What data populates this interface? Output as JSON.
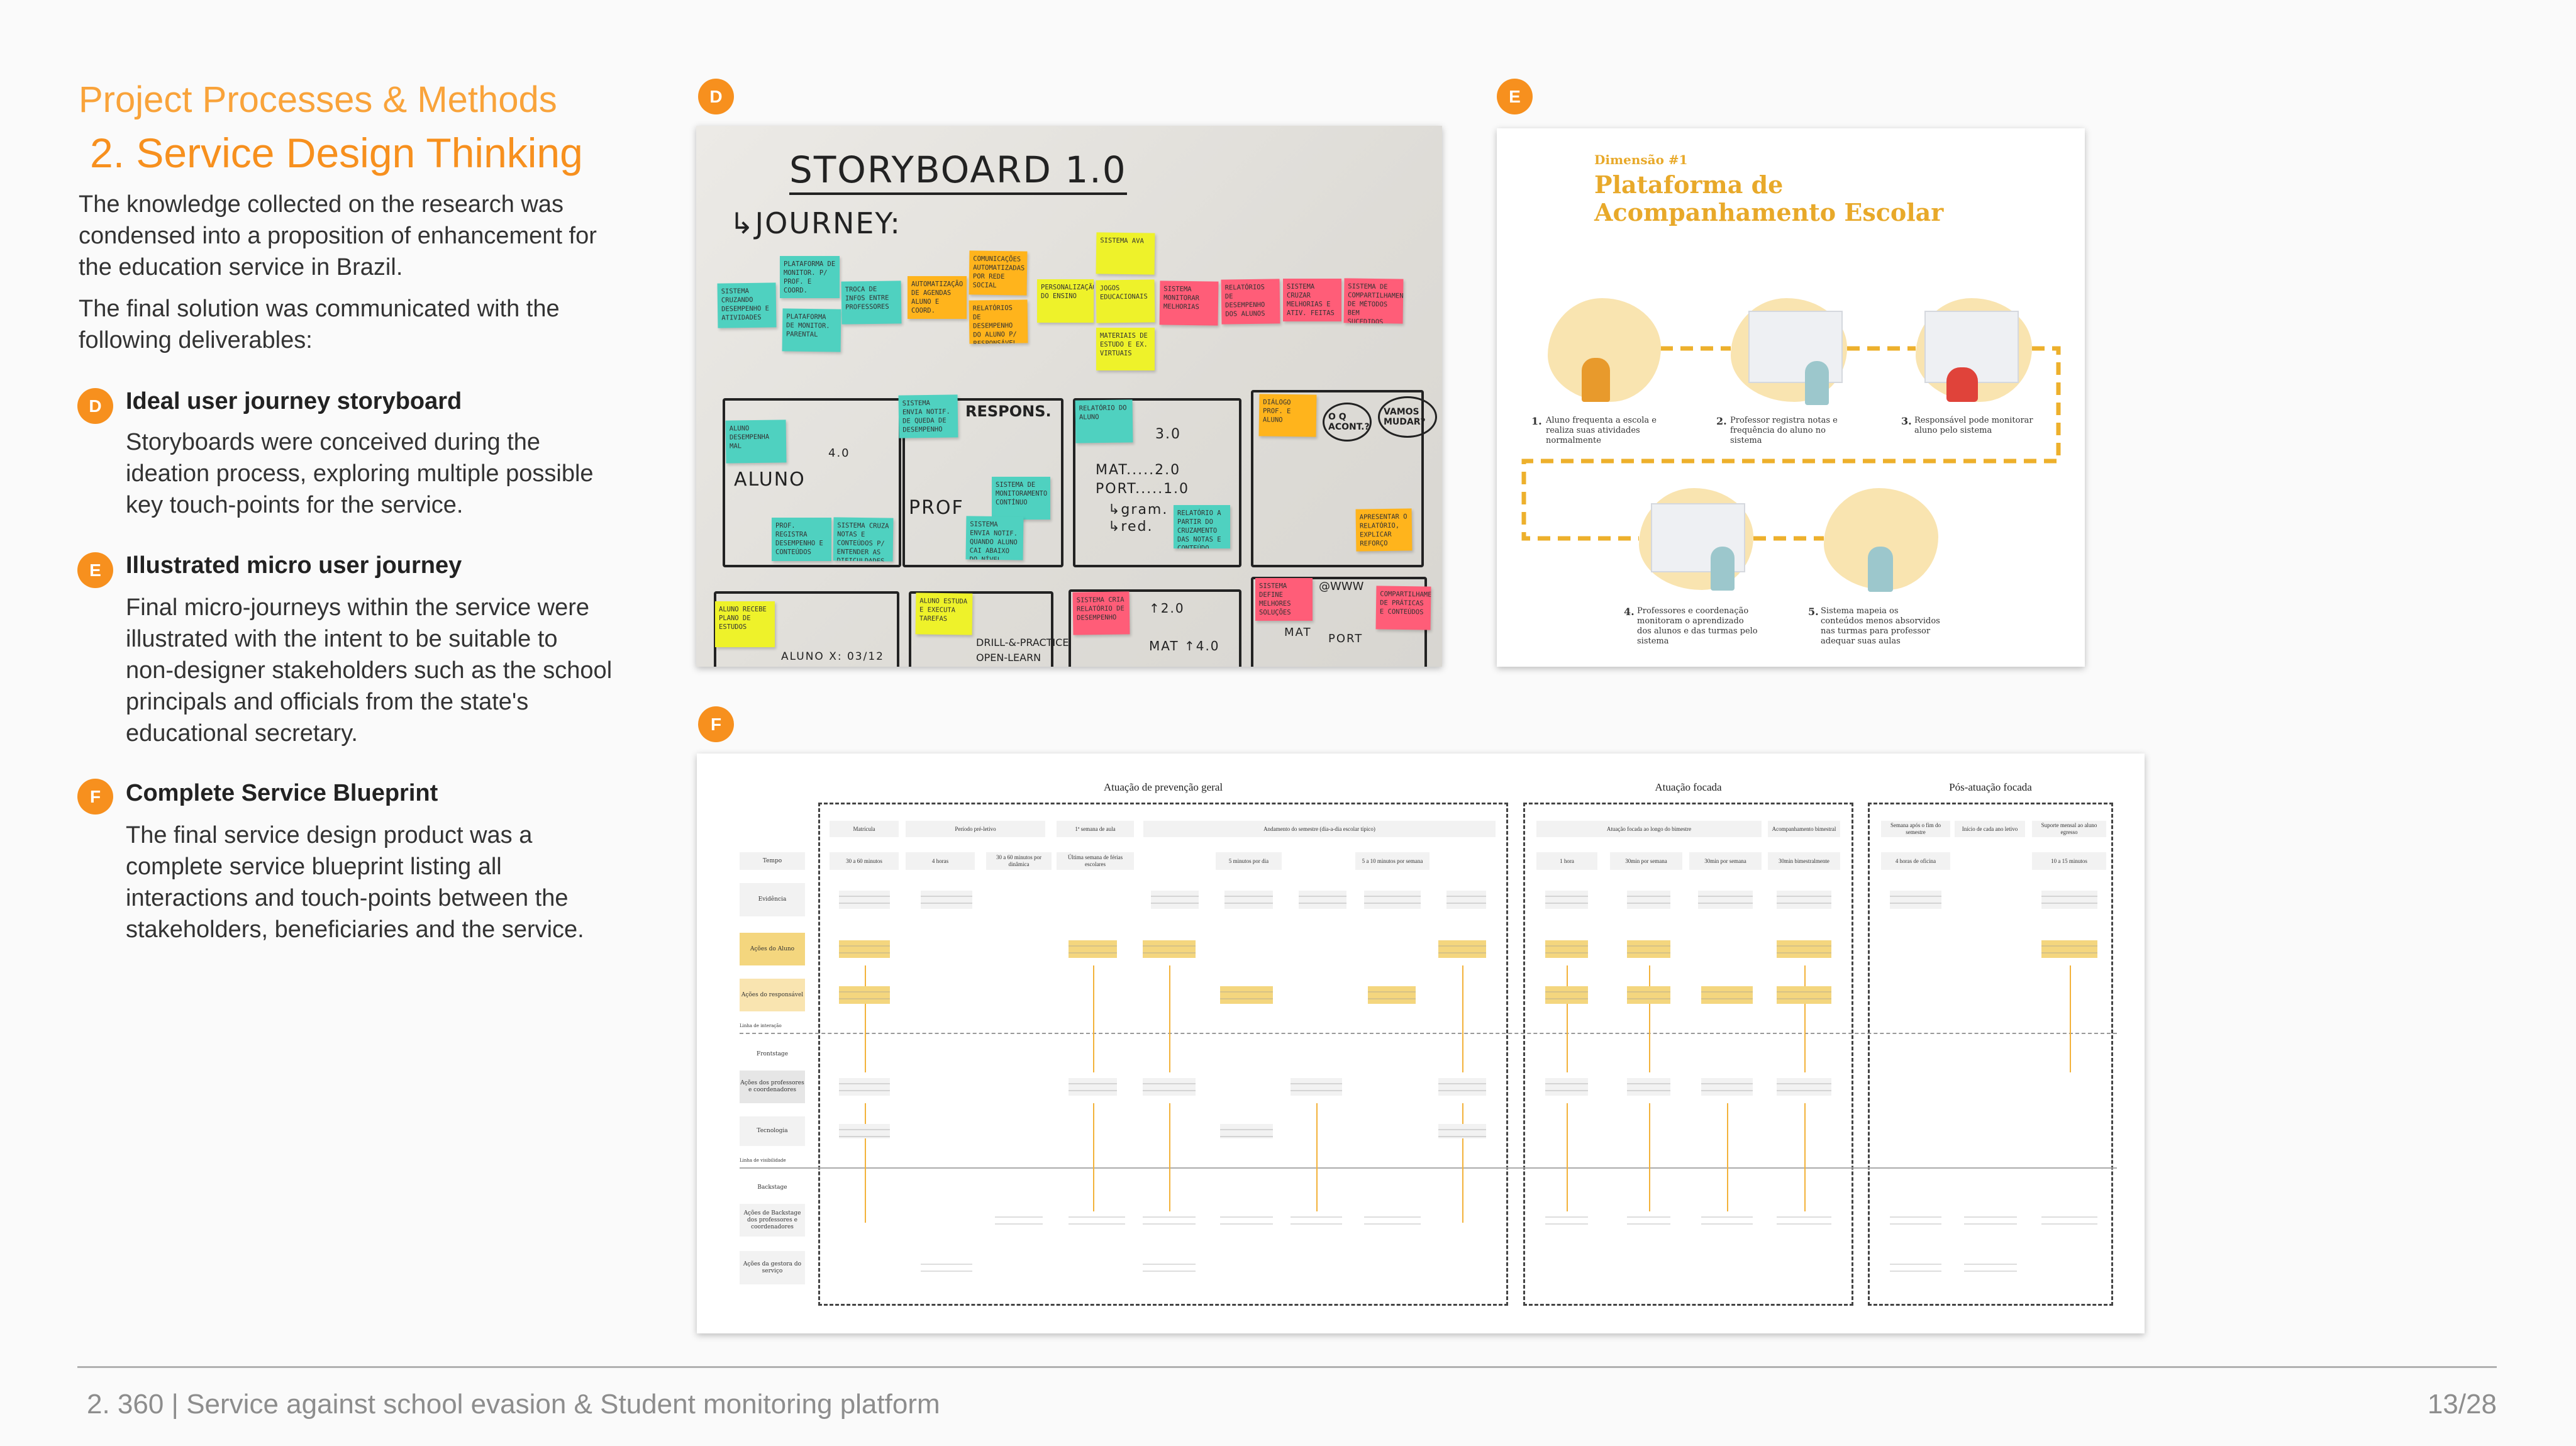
{
  "header": {
    "section": "Project Processes & Methods",
    "title": "2. Service Design Thinking"
  },
  "intro": [
    "The knowledge collected on the research was\ncondensed into a proposition of enhancement for\nthe education service in Brazil.",
    "The final solution was communicated with the\nfollowing deliverables:"
  ],
  "deliverables": [
    {
      "badge": "D",
      "title": "Ideal user journey storyboard",
      "text": "Storyboards were conceived during the\nideation process, exploring multiple possible\nkey touch-points for the service."
    },
    {
      "badge": "E",
      "title": "Illustrated micro user journey",
      "text": "Final micro-journeys within the service were\nillustrated with the intent to be suitable to\nnon-designer stakeholders such as the school\nprincipals and officials from the state's\neducational secretary."
    },
    {
      "badge": "F",
      "title": "Complete Service Blueprint",
      "text": "The final service design product was a\ncomplete service blueprint listing all\ninteractions and touch-points between the\nstakeholders, beneficiaries and the service."
    }
  ],
  "storyboard": {
    "title": "STORYBOARD 1.0",
    "subtitle": "↳JOURNEY:",
    "notes": [
      "Sistema cruzando desempenho e atividades",
      "Plataforma de monitor. p/ prof. e coord.",
      "Plataforma de monitor. parental",
      "Troca de infos entre professores",
      "Automatização de agendas aluno e coord.",
      "Comunicações automatizadas por rede social",
      "Relatórios de desempenho do aluno p/ responsável",
      "Personalização do ensino",
      "Sistema AVA",
      "Jogos educacionais",
      "Materiais de estudo e ex. virtuais",
      "Sistema monitorar melhorias",
      "Relatórios de desempenho dos alunos",
      "Sistema cruzar melhorias e ativ. feitas",
      "Sistema de compartilhamento de métodos bem sucedidos",
      "Aluno desempenha mal",
      "Prof. registra desempenho e conteúdos",
      "Sistema cruza notas e conteúdos p/ entender as dificuldades",
      "Sistema envia notif. de queda de desempenho",
      "Sistema de monitoramento contínuo",
      "Sistema envia notif. quando aluno cai abaixo do nível indicado",
      "Relatório do aluno",
      "Relatório a partir do cruzamento das notas e conteúdo",
      "Diálogo prof. e aluno",
      "Apresentar o relatório, explicar reforço",
      "Aluno recebe plano de estudos",
      "Aluno estuda e executa tarefas",
      "Sistema cria relatório de desempenho",
      "Sistema define melhores soluções",
      "Compartilhamento de práticas e conteúdos"
    ],
    "sketch": {
      "aluno": "ALUNO",
      "respons": "RESPONS.",
      "prof": "PROF",
      "grade3": "3.0",
      "mat": "MAT.....2.0",
      "port": "PORT.....1.0",
      "gram": "↳gram.",
      "red": "↳red.",
      "oq": "O Q ACONT.?",
      "vamos": "VAMOS MUDAR?",
      "drill": "DRILL-&-PRACTICE",
      "open": "OPEN-LEARN",
      "alunox": "ALUNO X: 03/12",
      "up": "↑2.0",
      "mat40": "MAT ↑4.0",
      "www": "@WWW",
      "mat2": "MAT",
      "port2": "PORT",
      "g40": "4.0"
    }
  },
  "journey": {
    "dimension": "Dimensão #1",
    "title": "Plataforma de\nAcompanhamento Escolar",
    "steps": [
      {
        "n": "1.",
        "text": "Aluno frequenta a escola e\nrealiza suas atividades\nnormalmente"
      },
      {
        "n": "2.",
        "text": "Professor registra notas e\nfrequência do aluno no\nsistema"
      },
      {
        "n": "3.",
        "text": "Responsável pode monitorar\naluno pelo sistema"
      },
      {
        "n": "4.",
        "text": "Professores e coordenação\nmonitoram o aprendizado\ndos alunos e das turmas pelo\nsistema"
      },
      {
        "n": "5.",
        "text": "Sistema mapeia os\nconteúdos menos absorvidos\nnas turmas para professor\nadequar suas aulas"
      }
    ]
  },
  "blueprint": {
    "sections": [
      "Atuação de prevenção geral",
      "Atuação focada",
      "Pós-atuação focada"
    ],
    "rows": {
      "tempo": "Tempo",
      "evidencia": "Evidência",
      "aluno": "Ações do Aluno",
      "responsavel": "Ações do responsável",
      "linha_interacao": "Linha de interação",
      "frontstage": "Frontstage",
      "professores": "Ações dos professores e coordenadores",
      "tecnologia": "Tecnologia",
      "linha_visibilidade": "Linha de visibilidade",
      "backstage": "Backstage",
      "backstage_prof": "Ações de Backstage dos professores e coordenadores",
      "gestora": "Ações da gestora do serviço"
    },
    "phases": [
      "Matrícula",
      "Período pré-letivo",
      "1ª semana de aula",
      "Andamento do semestre (dia-a-dia escolar típico)",
      "Atuação focada ao longo do bimestre",
      "Acompanhamento bimestral",
      "Semana após o fim do semestre",
      "Início de cada ano letivo",
      "Suporte mensal ao aluno egresso"
    ],
    "times": [
      "30 a 60 minutos",
      "4 horas",
      "30 a 60 minutos por dinâmica",
      "Última semana de férias escolares",
      "5 minutos por dia",
      "5 a 10 minutos por semana",
      "1 hora",
      "30min por semana",
      "30min por semana",
      "30min bimestralmente",
      "4 horas de oficina",
      "10 a 15 minutos"
    ]
  },
  "footer": {
    "text": "2. 360 | Service against school evasion & Student monitoring platform",
    "page": "13/28"
  },
  "colors": {
    "accent": "#f7901e",
    "journey": "#edb02c",
    "blob": "#f9e4b0"
  }
}
